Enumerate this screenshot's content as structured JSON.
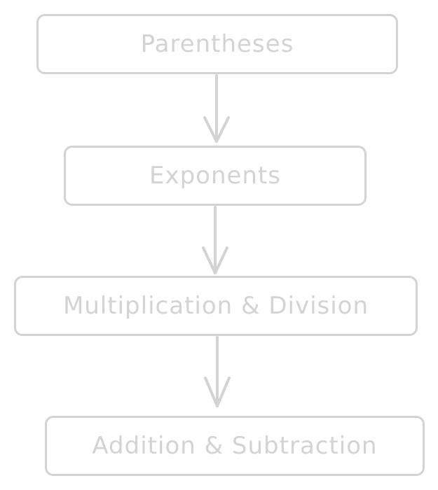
{
  "diagram": {
    "type": "flowchart",
    "direction": "top-to-bottom",
    "colors": {
      "stroke": "#d3d3d3",
      "text": "#d3d3d3",
      "background": "#ffffff"
    },
    "nodes": [
      {
        "id": "n1",
        "label": "Parentheses"
      },
      {
        "id": "n2",
        "label": "Exponents"
      },
      {
        "id": "n3",
        "label": "Multiplication & Division"
      },
      {
        "id": "n4",
        "label": "Addition & Subtraction"
      }
    ],
    "edges": [
      {
        "from": "n1",
        "to": "n2"
      },
      {
        "from": "n2",
        "to": "n3"
      },
      {
        "from": "n3",
        "to": "n4"
      }
    ]
  }
}
